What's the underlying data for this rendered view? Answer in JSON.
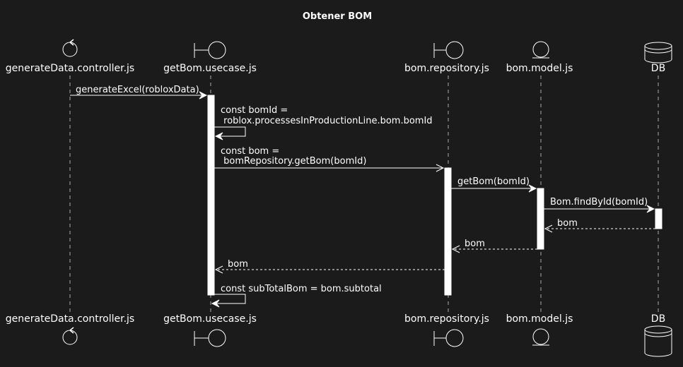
{
  "title": "Obtener BOM",
  "participants": [
    {
      "name": "generateData.controller.js",
      "type": "control"
    },
    {
      "name": "getBom.usecase.js",
      "type": "boundary"
    },
    {
      "name": "bom.repository.js",
      "type": "boundary"
    },
    {
      "name": "bom.model.js",
      "type": "entity"
    },
    {
      "name": "DB",
      "type": "database"
    }
  ],
  "messages": [
    {
      "from": "generateData.controller.js",
      "to": "getBom.usecase.js",
      "lines": [
        "generateExcel(robloxData)"
      ],
      "style": "sync"
    },
    {
      "from": "getBom.usecase.js",
      "to": "getBom.usecase.js",
      "lines": [
        "const bomId =",
        " roblox.processesInProductionLine.bom.bomId"
      ],
      "style": "self"
    },
    {
      "from": "getBom.usecase.js",
      "to": "bom.repository.js",
      "lines": [
        "const bom =",
        " bomRepository.getBom(bomId)"
      ],
      "style": "async"
    },
    {
      "from": "bom.repository.js",
      "to": "bom.model.js",
      "lines": [
        "getBom(bomId)"
      ],
      "style": "sync"
    },
    {
      "from": "bom.model.js",
      "to": "DB",
      "lines": [
        "Bom.findById(bomId)"
      ],
      "style": "sync"
    },
    {
      "from": "DB",
      "to": "bom.model.js",
      "lines": [
        "bom"
      ],
      "style": "return"
    },
    {
      "from": "bom.model.js",
      "to": "bom.repository.js",
      "lines": [
        "bom"
      ],
      "style": "return"
    },
    {
      "from": "bom.repository.js",
      "to": "getBom.usecase.js",
      "lines": [
        "bom"
      ],
      "style": "return"
    },
    {
      "from": "getBom.usecase.js",
      "to": "getBom.usecase.js",
      "lines": [
        "const subTotalBom = bom.subtotal"
      ],
      "style": "self"
    }
  ]
}
